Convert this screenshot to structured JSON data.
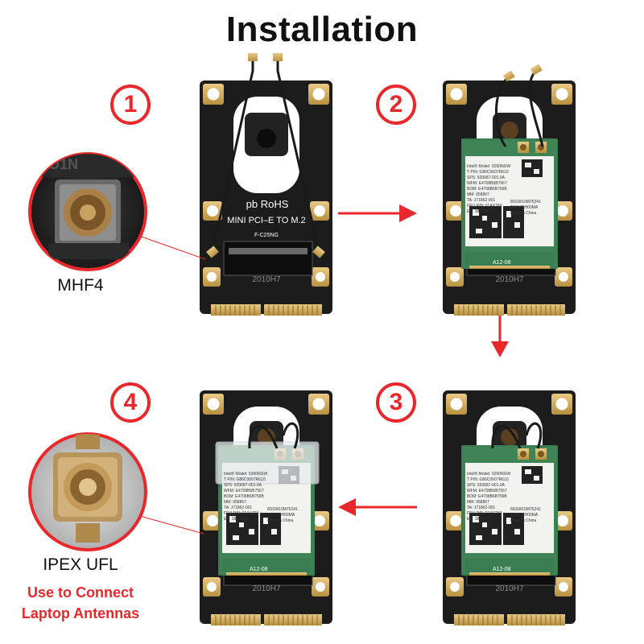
{
  "title": "Installation",
  "steps": [
    "1",
    "2",
    "3",
    "4"
  ],
  "callouts": {
    "top": "MHF4",
    "bottom": "IPEX UFL"
  },
  "note": {
    "line1": "Use to Connect",
    "line2": "Laptop Antennas"
  },
  "adapter": {
    "brand": "pb RoHS",
    "model": "MINI PCI–E TO M.2",
    "part": "F-C25NG",
    "code": "2010H7"
  },
  "wifi_card": {
    "l1": "Intel® Model: 9260NGW",
    "l2": "T P/N: G86C0007R610",
    "l3": "SPS: 920687-001.0A",
    "l4": "WFM: E4708B6B7567",
    "l5": "BOM: E4708B6B756B",
    "l6": "MM: 958867",
    "l7": "TA: J71862-001",
    "l8": "FRU P/N: 01AX769",
    "l9": "EC: 1837607",
    "r1": "8SSW10M75241",
    "r2": "T1S578H00MA",
    "r3": "Made in China",
    "code": "A12-08"
  },
  "colors": {
    "accent": "#e8282b",
    "board": "#1a1a1a",
    "pcb_green": "#3a7d52",
    "gold": "#d9b56b"
  }
}
